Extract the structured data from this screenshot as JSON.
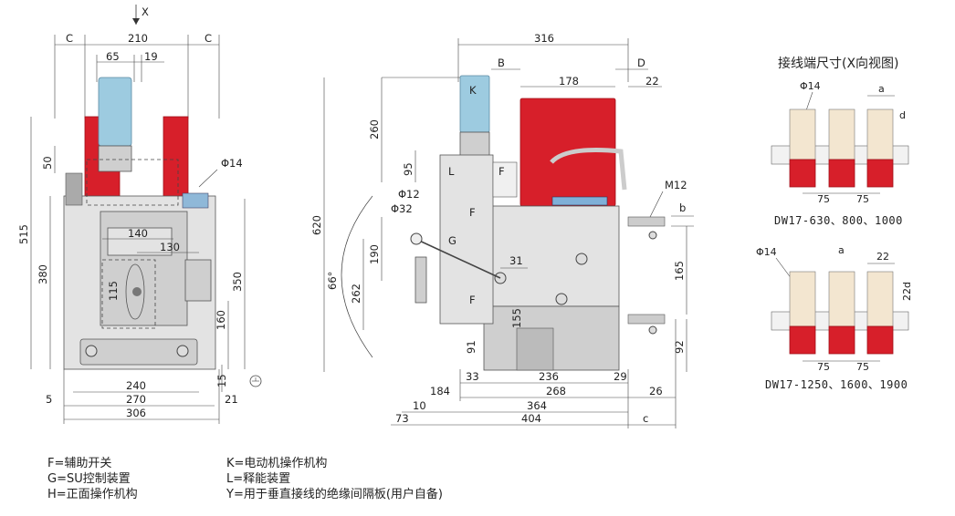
{
  "front_view": {
    "x_arrow": "X",
    "dims": {
      "c_left": "C",
      "w210": "210",
      "c_right": "C",
      "w65": "65",
      "w19": "19",
      "h50": "50",
      "phi14": "Φ14",
      "h515": "515",
      "h380": "380",
      "h350": "350",
      "w140": "140",
      "w130": "130",
      "h115": "115",
      "h160": "160",
      "h15": "15",
      "w240": "240",
      "w270": "270",
      "w306": "306",
      "w5": "5",
      "w21": "21"
    }
  },
  "side_view": {
    "dims": {
      "w316": "316",
      "b": "B",
      "d": "D",
      "w178": "178",
      "w22": "22",
      "k": "K",
      "h260": "260",
      "h620": "620",
      "h95": "95",
      "l": "L",
      "f": "F",
      "phi12": "Φ12",
      "phi32": "Φ32",
      "h190": "190",
      "g": "G",
      "h262": "262",
      "a66": "66°",
      "w31": "31",
      "h155": "155",
      "h91": "91",
      "m12": "M12",
      "b_small": "b",
      "h165": "165",
      "h92": "92",
      "w33": "33",
      "w236": "236",
      "w29": "29",
      "w184": "184",
      "w268": "268",
      "w26": "26",
      "w10": "10",
      "w364": "364",
      "w73": "73",
      "w404": "404",
      "c": "c"
    }
  },
  "terminal_view": {
    "title": "接线端尺寸(X向视图)",
    "top": {
      "phi14": "Φ14",
      "a": "a",
      "d": "d",
      "w75a": "75",
      "w75b": "75",
      "model": "DW17-630、800、1000"
    },
    "bottom": {
      "phi14": "Φ14",
      "a": "a",
      "w22": "22",
      "h22d": "22d",
      "w75a": "75",
      "w75b": "75",
      "model": "DW17-1250、1600、1900"
    }
  },
  "legend": {
    "left": [
      "F=辅助开关",
      "G=SU控制装置",
      "H=正面操作机构"
    ],
    "right": [
      "K=电动机操作机构",
      "L=释能装置",
      "Y=用于垂直接线的绝缘间隔板(用户自备)"
    ]
  }
}
